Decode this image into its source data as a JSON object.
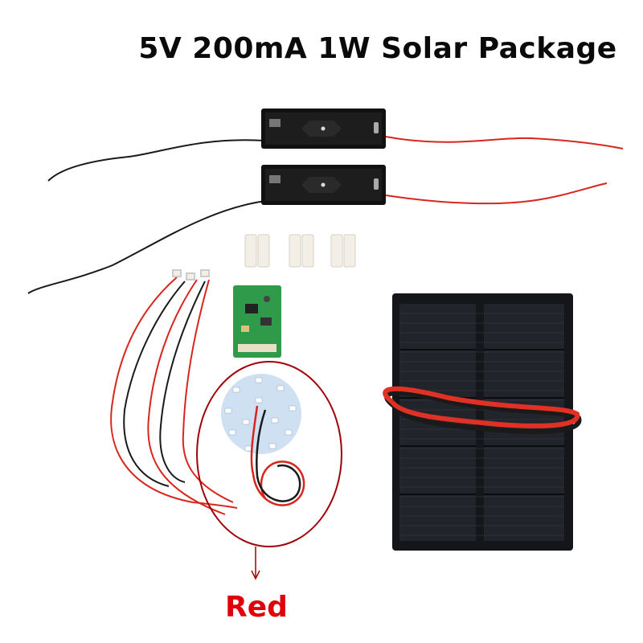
{
  "title": "5V 200mA 1W Solar Package",
  "callout_label": "Red",
  "colors": {
    "title_text": "#0a0a0a",
    "callout_text": "#e0000a",
    "callout_circle": "#a0000a",
    "wire_red": "#d8261e",
    "wire_black": "#1a1a1a",
    "solar_panel": "#1c1d22",
    "pcb_green": "#2f9a4a",
    "led_board": "#cfe0f2"
  },
  "components": [
    {
      "name": "battery-holder",
      "count": 2
    },
    {
      "name": "jst-connector-pair",
      "count": 3
    },
    {
      "name": "jst-lead-wire",
      "count": 3
    },
    {
      "name": "charge-controller-pcb",
      "count": 1
    },
    {
      "name": "led-board",
      "count": 1
    },
    {
      "name": "solar-panel",
      "count": 1
    }
  ]
}
